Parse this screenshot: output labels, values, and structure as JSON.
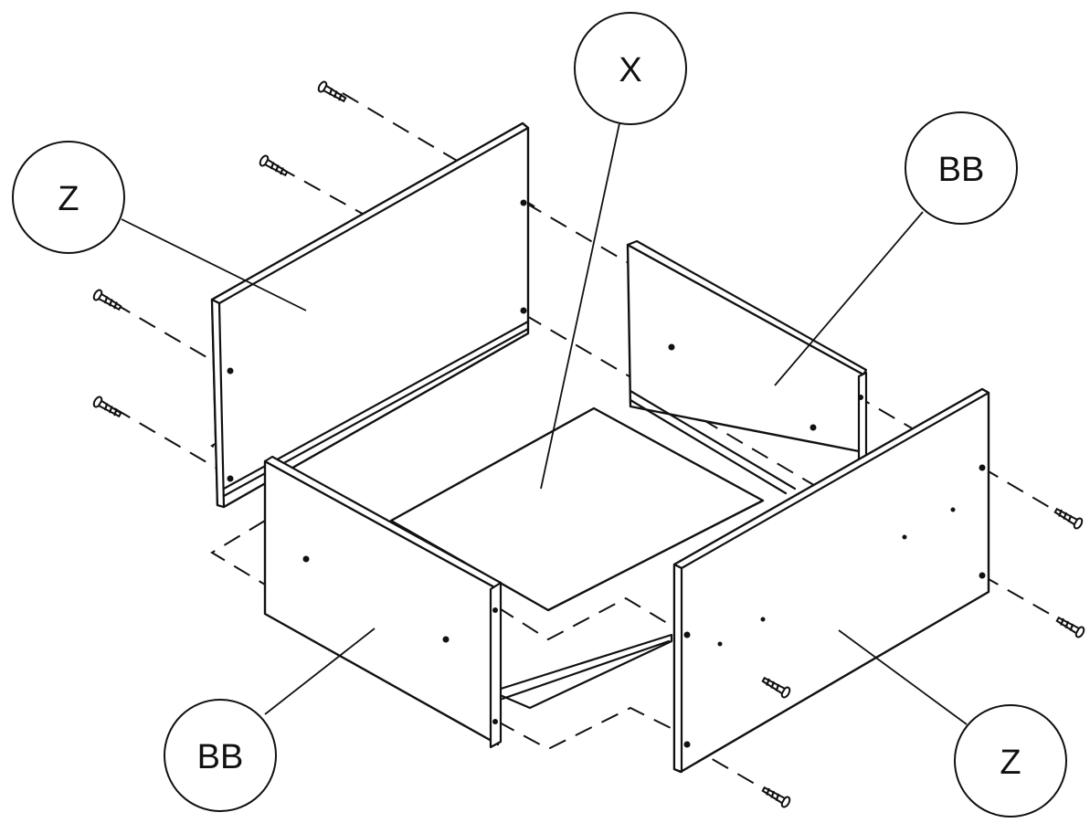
{
  "callouts": {
    "x_label": "X",
    "bb_right_label": "BB",
    "z_left_label": "Z",
    "bb_left_label": "BB",
    "z_right_label": "Z"
  },
  "colors": {
    "ink": "#111111",
    "background": "#ffffff"
  }
}
